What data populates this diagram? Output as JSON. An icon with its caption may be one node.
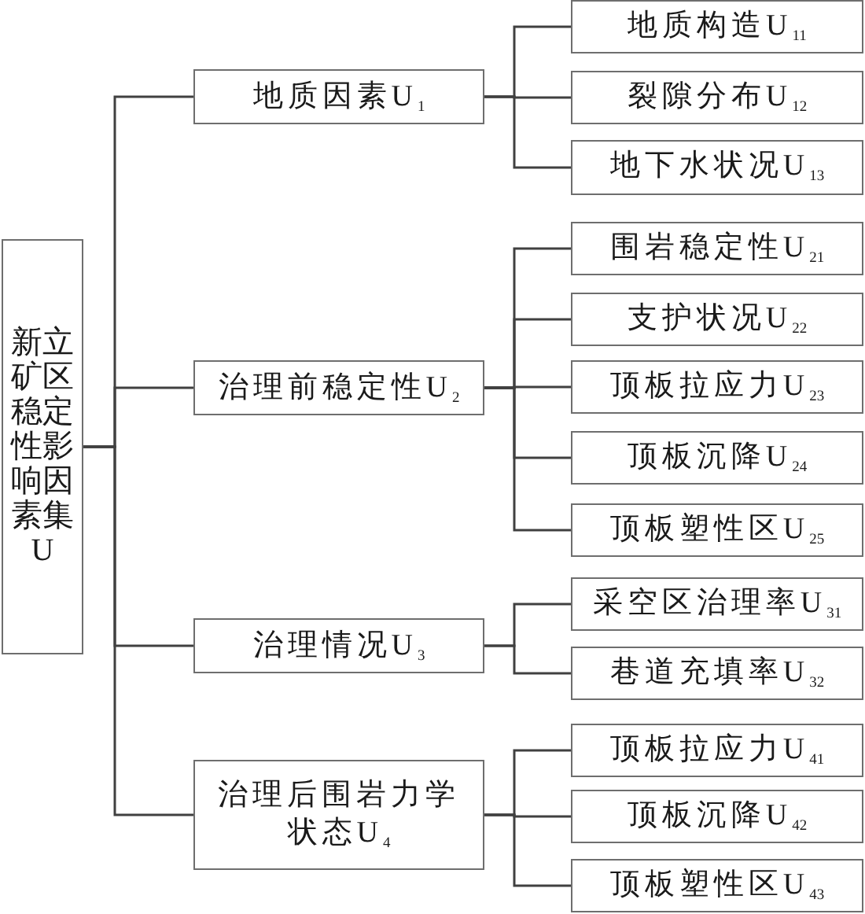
{
  "diagram": {
    "nodes": [
      {
        "text": [
          "新立矿区稳定性影响因素集U"
        ]
      },
      {
        "text": [
          "地质因素U$_{1}$"
        ]
      },
      {
        "text": [
          "地质构造U$_{11}$"
        ]
      },
      {
        "text": [
          "裂隙分布U$_{12}$"
        ]
      },
      {
        "text": [
          "地下水状况U$_{13}$"
        ]
      },
      {
        "text": [
          "治理前稳定性U$_{2}$"
        ]
      },
      {
        "text": [
          "围岩稳定性U$_{21}$"
        ]
      },
      {
        "text": [
          "支护状况U$_{22}$"
        ]
      },
      {
        "text": [
          "顶板拉应力U$_{23}$"
        ]
      },
      {
        "text": [
          "顶板沉降U$_{24}$"
        ]
      },
      {
        "text": [
          "顶板塑性区U$_{25}$"
        ]
      },
      {
        "text": [
          "治理情况U$_{3}$"
        ]
      },
      {
        "text": [
          "采空区治理率U$_{31}$"
        ]
      },
      {
        "text": [
          "巷道充填率U$_{32}$"
        ]
      },
      {
        "text": [
          "治理后围岩力学状态U$_{4}$"
        ]
      },
      {
        "text": [
          "顶板拉应力U$_{41}$"
        ]
      },
      {
        "text": [
          "顶板沉降U$_{42}$"
        ]
      },
      {
        "text": [
          "顶板塑性区U$_{43}$"
        ]
      }
    ],
    "edges": [
      {
        "from": 0,
        "to": 1,
        "arrow": "none"
      },
      {
        "from": 0,
        "to": 5,
        "arrow": "none"
      },
      {
        "from": 0,
        "to": 11,
        "arrow": "none"
      },
      {
        "from": 0,
        "to": 14,
        "arrow": "none"
      },
      {
        "from": 1,
        "to": 2,
        "arrow": "none"
      },
      {
        "from": 1,
        "to": 3,
        "arrow": "none"
      },
      {
        "from": 1,
        "to": 4,
        "arrow": "none"
      },
      {
        "from": 5,
        "to": 6,
        "arrow": "none"
      },
      {
        "from": 5,
        "to": 7,
        "arrow": "none"
      },
      {
        "from": 5,
        "to": 8,
        "arrow": "none"
      },
      {
        "from": 5,
        "to": 9,
        "arrow": "none"
      },
      {
        "from": 5,
        "to": 10,
        "arrow": "none"
      },
      {
        "from": 11,
        "to": 12,
        "arrow": "none"
      },
      {
        "from": 11,
        "to": 13,
        "arrow": "none"
      },
      {
        "from": 14,
        "to": 15,
        "arrow": "none"
      },
      {
        "from": 14,
        "to": 16,
        "arrow": "none"
      },
      {
        "from": 14,
        "to": 17,
        "arrow": "none"
      }
    ]
  }
}
